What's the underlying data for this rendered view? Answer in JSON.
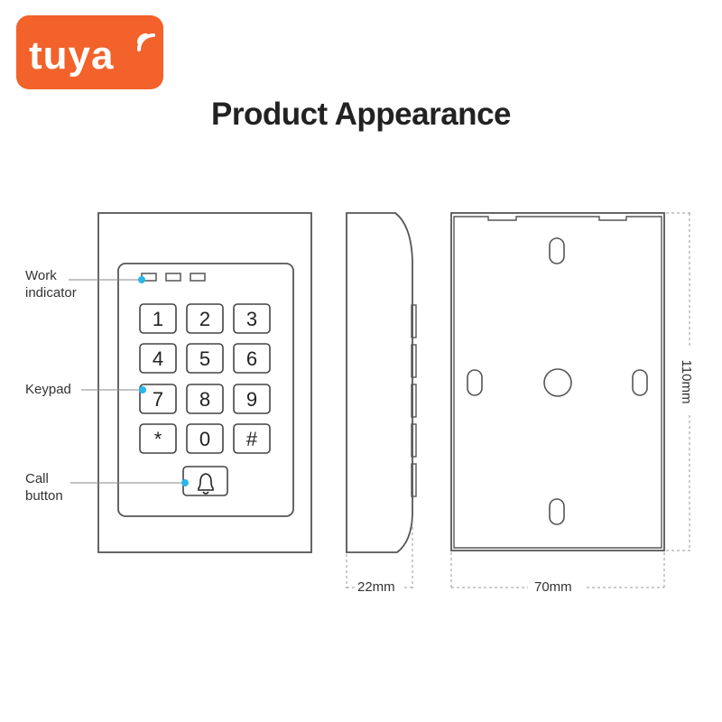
{
  "brand": {
    "logo_text": "tuya",
    "color": "#f2622a"
  },
  "title": "Product Appearance",
  "labels": {
    "work_indicator_line1": "Work",
    "work_indicator_line2": "indicator",
    "keypad": "Keypad",
    "call_button_line1": "Call",
    "call_button_line2": "button"
  },
  "keys": [
    "1",
    "2",
    "3",
    "4",
    "5",
    "6",
    "7",
    "8",
    "9",
    "*",
    "0",
    "#"
  ],
  "call_icon": "bell-icon",
  "dimensions": {
    "depth": "22mm",
    "width": "70mm",
    "height": "110mm"
  },
  "accent_color": "#29b6e8"
}
